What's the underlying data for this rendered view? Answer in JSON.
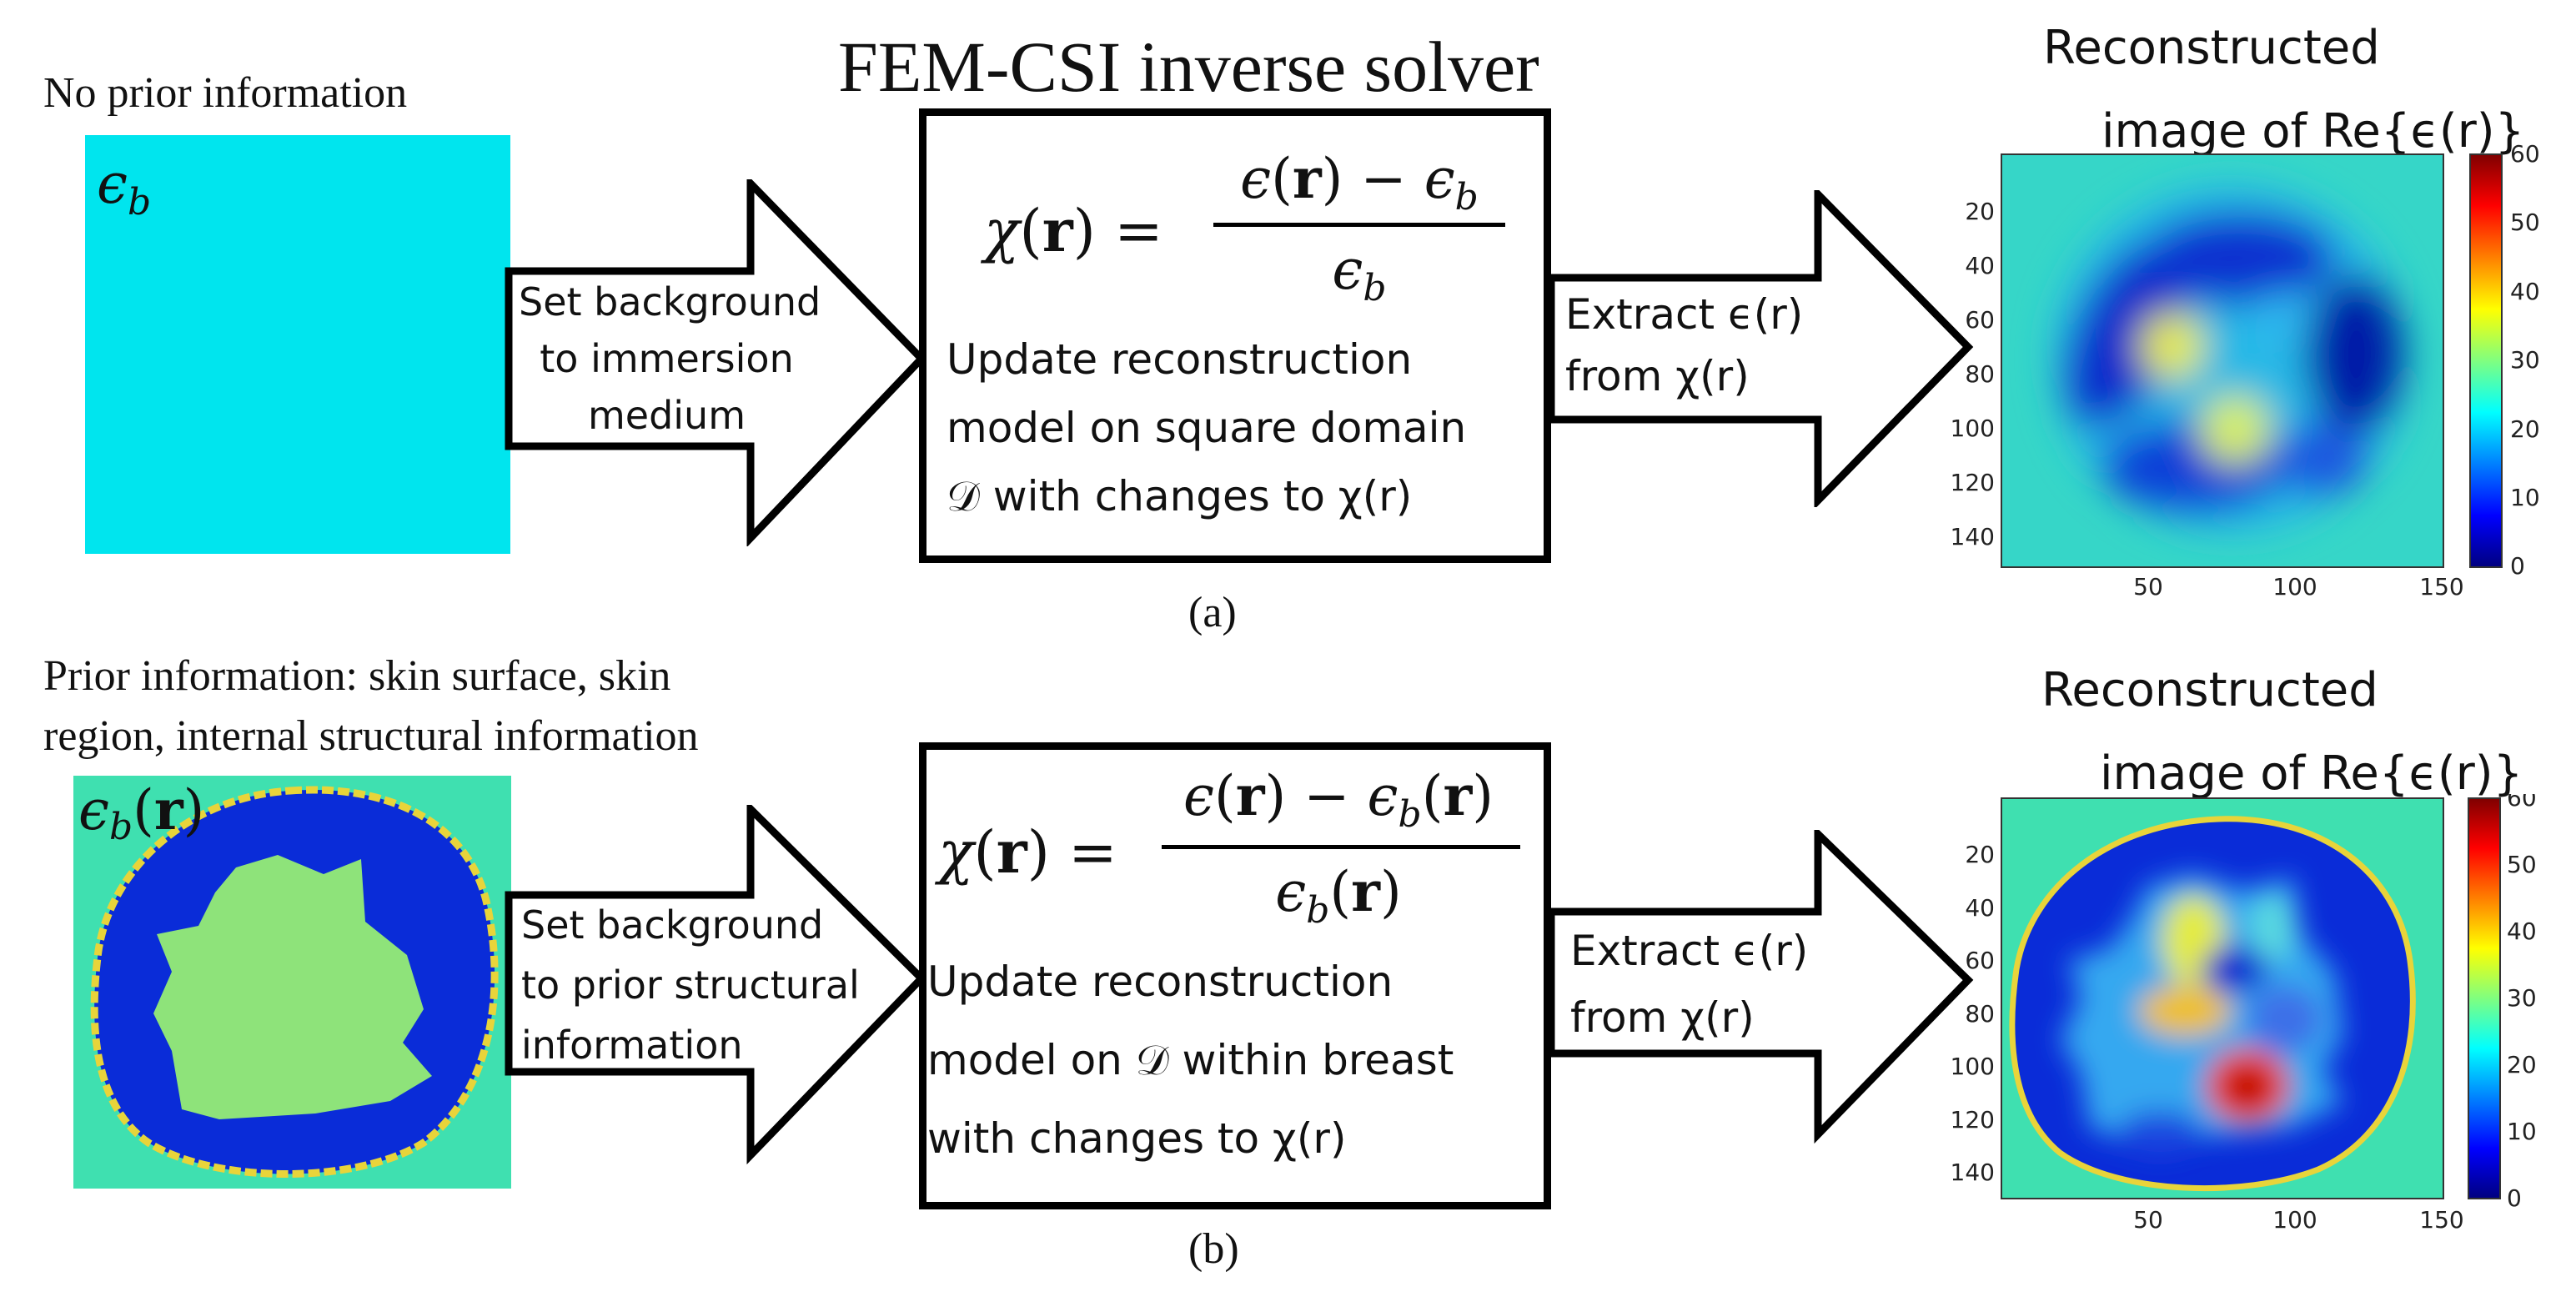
{
  "title": "FEM-CSI inverse solver",
  "row_a": {
    "prior_label": "No prior information",
    "prior_symbol": "ϵb",
    "arrow1_lines": [
      "Set background",
      "to immersion",
      "medium"
    ],
    "formula_lhs": "χ(r) =",
    "formula_num": "ϵ(r) − ϵb",
    "formula_den": "ϵb",
    "box_lines": [
      "Update reconstruction",
      "model on square domain",
      "𝒟 with changes to χ(r)"
    ],
    "arrow2_lines": [
      "Extract ϵ(r)",
      "from χ(r)"
    ],
    "result_title_lines": [
      "Reconstructed",
      "image of Re{ϵ(r)}"
    ],
    "caption": "(a)"
  },
  "row_b": {
    "prior_label_lines": [
      "Prior information: skin surface, skin",
      "region, internal structural information"
    ],
    "prior_symbol": "ϵb(r)",
    "arrow1_lines": [
      "Set background",
      "to prior structural",
      "information"
    ],
    "formula_lhs": "χ(r) =",
    "formula_num": "ϵ(r) − ϵb(r)",
    "formula_den": "ϵb(r)",
    "box_lines": [
      "Update reconstruction",
      "model on 𝒟 within breast",
      "with changes to  χ(r)"
    ],
    "arrow2_lines": [
      "Extract ϵ(r)",
      "from χ(r)"
    ],
    "result_title_lines": [
      "Reconstructed",
      "image of Re{ϵ(r)}"
    ],
    "caption": "(b)"
  },
  "plot_axes": {
    "y_ticks": [
      "20",
      "40",
      "60",
      "80",
      "100",
      "120",
      "140"
    ],
    "x_ticks": [
      "50",
      "100",
      "150"
    ],
    "colorbar_ticks": [
      "60",
      "50",
      "40",
      "30",
      "20",
      "10",
      "0"
    ]
  },
  "colors": {
    "uniform_background": "#00e5ee",
    "outer_background": "#3fe0b0",
    "skin_region": "#0a2cd8",
    "interior_region": "#8ee37a",
    "skin_surface": "#e8d43a"
  }
}
